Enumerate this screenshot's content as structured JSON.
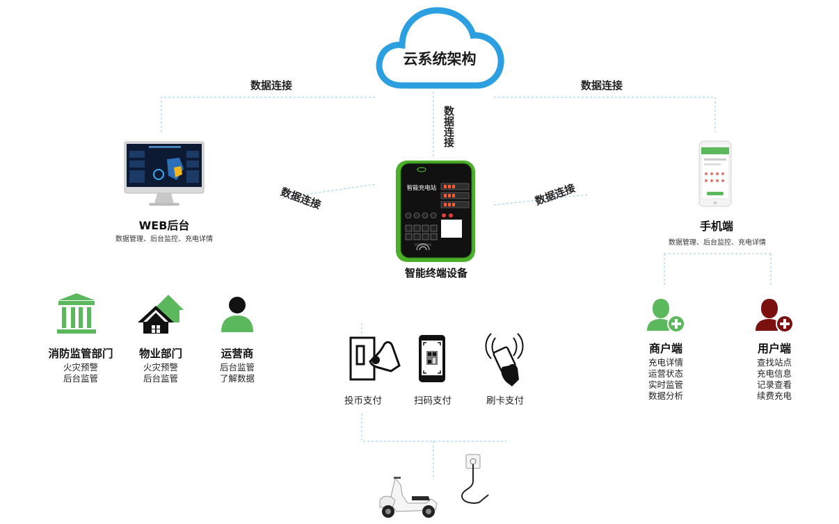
{
  "cloud": {
    "label": "云系统架构"
  },
  "connections": {
    "cloud_web": "数据连接",
    "cloud_mobile": "数据连接",
    "cloud_device": "数据连接",
    "web_device": "数据连接",
    "mobile_device": "数据连接"
  },
  "web": {
    "title": "WEB后台",
    "desc": "数据管理、后台监控、充电详情"
  },
  "mobile": {
    "title": "手机端",
    "desc": "数据管理、后台监控、充电详情"
  },
  "device": {
    "title": "智能终端设备",
    "screen_title": "智能充电站"
  },
  "departments": [
    {
      "name": "消防监管部门",
      "lines": [
        "火灾预警",
        "后台监管"
      ],
      "icon": "building-icon"
    },
    {
      "name": "物业部门",
      "lines": [
        "火灾预警",
        "后台监管"
      ],
      "icon": "house-icon"
    },
    {
      "name": "运营商",
      "lines": [
        "后台监管",
        "了解数据"
      ],
      "icon": "person-icon"
    }
  ],
  "payments": [
    {
      "label": "投币支付",
      "icon": "coin-insert-icon"
    },
    {
      "label": "扫码支付",
      "icon": "qr-phone-icon"
    },
    {
      "label": "刷卡支付",
      "icon": "card-swipe-icon"
    }
  ],
  "merchant": {
    "title": "商户端",
    "lines": [
      "充电详情",
      "运营状态",
      "实时监管",
      "数据分析"
    ],
    "icon": "merchant-add-icon"
  },
  "user": {
    "title": "用户端",
    "lines": [
      "查找站点",
      "充电信息",
      "记录查看",
      "续费充电"
    ],
    "icon": "user-add-icon"
  },
  "colors": {
    "cloud_blue": "#2b9fe0",
    "green": "#5cb85c",
    "device_green": "#4caf2a",
    "dark_red": "#7a1010",
    "dash": "#8ec9e8"
  }
}
